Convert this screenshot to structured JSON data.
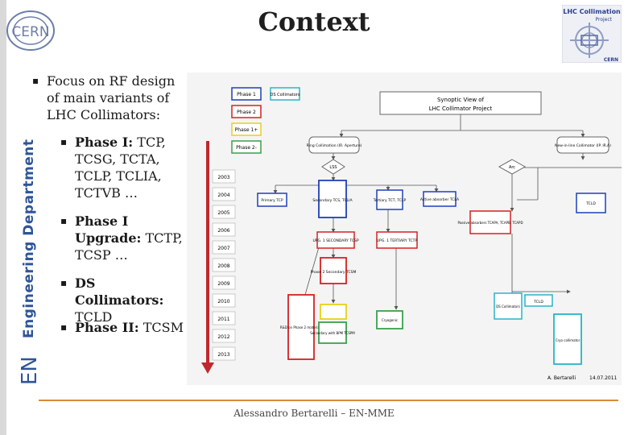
{
  "slide": {
    "title": "Context",
    "department": "Engineering Department",
    "dept_short": "EN",
    "footer": "Alessandro Bertarelli – EN-MME"
  },
  "logos": {
    "cern": "CERN",
    "lhc_title": "LHC Collimation",
    "lhc_sub": "Project",
    "lhc_cern": "CERN"
  },
  "bullets": {
    "main": "Focus on RF design of main variants of LHC Collimators:",
    "sub": [
      {
        "bold": "Phase I:",
        "rest": " TCP, TCSG, TCTA, TCLP, TCLIA, TCTVB …"
      },
      {
        "bold": "Phase I Upgrade:",
        "rest": " TCTP, TCSP …"
      },
      {
        "bold": "DS Collimators:",
        "rest": " TCLD"
      },
      {
        "bold": "Phase II:",
        "rest": " TCSM"
      }
    ]
  },
  "diagram": {
    "title_line1": "Synoptic View of",
    "title_line2": "LHC Collimator Project",
    "legend": [
      "Phase 1",
      "Phase 2",
      "Phase 1+",
      "Phase 2-"
    ],
    "legend_extra": "DS Collimators",
    "years": [
      "2003",
      "2004",
      "2005",
      "2006",
      "2007",
      "2008",
      "2009",
      "2010",
      "2011",
      "2012",
      "2013"
    ],
    "author": "A. Bertarelli",
    "date": "14.07.2011",
    "nodes": {
      "ring": "Ring Collimation (IR. Aperture)",
      "new_line": "New-in-line Collimator (IP. IR.A)",
      "lss": "LSS",
      "arc": "Arc",
      "primary": "Primary TCP",
      "secondary": "Secondary TCS, TCLIA",
      "tertiary": "Tertiary TCT, TCLP",
      "absorber": "Active absorber TCLA",
      "tcld": "TCLD",
      "tclp": "Passive absorbers TCAPA, TCAPB, TCAPD",
      "upg1": "UPG. 1 SECONDARY TCSP",
      "upg2": "UPG. 1 TERTIARY TCTP",
      "phase2sec": "Phase 2 Secondary TCSM",
      "phase2bpm": "Secondary with BPM TCSPM",
      "cryo": "Cryogenic",
      "rd": "R&D on Phase 2 materials",
      "dsc": "DS Collimators",
      "tcld2": "TCLD",
      "cryo_coll": "Cryo collimator"
    }
  },
  "colors": {
    "phase1": "#1f3fb8",
    "phase2": "#d62020",
    "phase1plus": "#e6d11a",
    "phase2minus": "#3aa04a",
    "ds": "#28b3c9",
    "arrow": "#c0282d",
    "footer_rule": "#d88a3a",
    "dept": "#2f5597"
  }
}
